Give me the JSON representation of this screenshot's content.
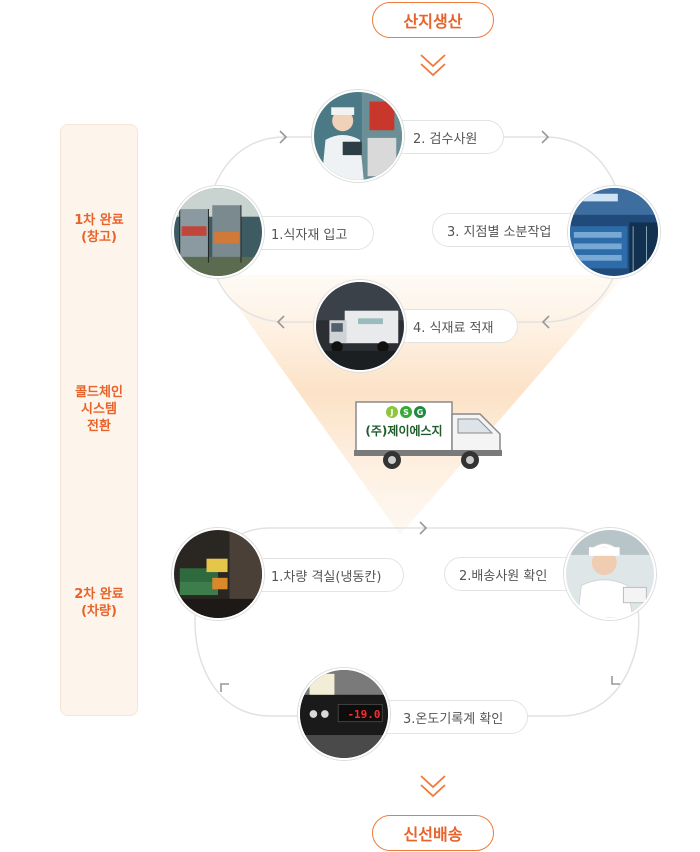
{
  "header": {
    "label": "산지생산"
  },
  "footer": {
    "label": "신선배송"
  },
  "side": {
    "stage1": "1차 완료\n(창고)",
    "stage2": "콜드체인\n시스템\n전환",
    "stage3": "2차 완료\n(차량)"
  },
  "cycle1": {
    "steps": [
      {
        "label": "1.식자재 입고"
      },
      {
        "label": "2. 검수사원"
      },
      {
        "label": "3. 지점별 소분작업"
      },
      {
        "label": "4. 식재료 적재"
      }
    ]
  },
  "truck": {
    "badge": "JSG",
    "company": "(주)제이에스지"
  },
  "cycle2": {
    "steps": [
      {
        "label": "1.차량 격실(냉동칸)"
      },
      {
        "label": "2.배송사원 확인"
      },
      {
        "label": "3.온도기록계 확인"
      }
    ],
    "thermometer_reading": "-19.0"
  },
  "colors": {
    "accent": "#f07a3a",
    "accent_text": "#e8632a",
    "panel": "#fdf5ec"
  }
}
